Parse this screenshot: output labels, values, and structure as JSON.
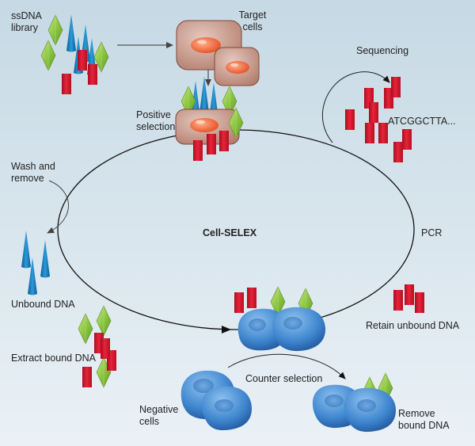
{
  "title": "Cell-SELEX",
  "labels": {
    "ssdna_line1": "ssDNA",
    "ssdna_line2": "library",
    "target_line1": "Target",
    "target_line2": "cells",
    "sequencing": "Sequencing",
    "sequence_text": "ATCGGCTTA...",
    "positive_line1": "Positive",
    "positive_line2": "selection",
    "wash_line1": "Wash and",
    "wash_line2": "remove",
    "pcr": "PCR",
    "unbound_dna": "Unbound DNA",
    "retain_unbound": "Retain unbound DNA",
    "extract_bound": "Extract bound DNA",
    "counter_selection": "Counter selection",
    "negative_line1": "Negative",
    "negative_line2": "cells",
    "remove_line1": "Remove",
    "remove_line2": "bound DNA"
  },
  "colors": {
    "background_top": "#ccdde7",
    "background_bottom": "#e9f0f5",
    "green_diamond": "#8dc63f",
    "red_block": "#d3172e",
    "blue_cone": "#1a7fc0",
    "target_cell": "#c89a8c",
    "target_nucleus": "#ec5a2d",
    "negative_cell": "#3f8ad2"
  }
}
